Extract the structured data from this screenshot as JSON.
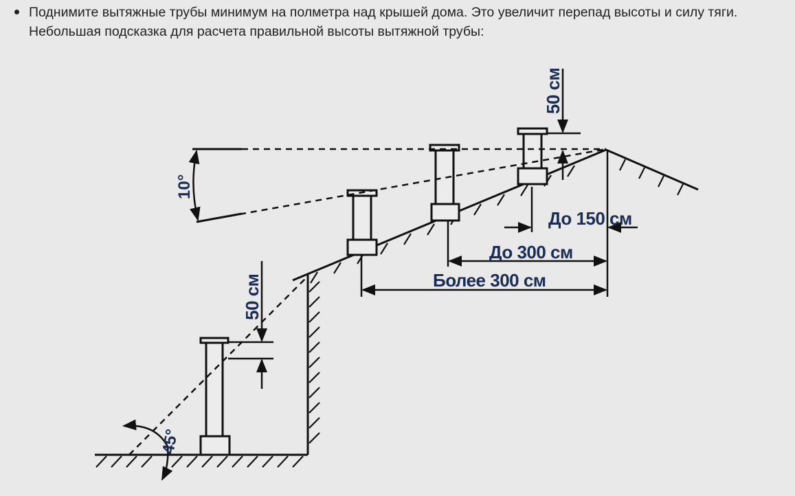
{
  "article": {
    "bullet_text": "Поднимите вытяжные трубы минимум на полметра над крышей дома. Это увеличит перепад высоты и силу тяги. Небольшая подсказка для расчета правильной высоты вытяжной трубы:"
  },
  "diagram": {
    "labels": {
      "height_top": "50 см",
      "height_low": "50 см",
      "angle_10": "10°",
      "angle_45": "45°",
      "dist_150": "До 150 см",
      "dist_300": "До 300 см",
      "dist_more_300": "Более 300 см"
    },
    "colors": {
      "ink": "#111111",
      "label": "#1b2d55",
      "background": "#e9e9e9"
    }
  }
}
